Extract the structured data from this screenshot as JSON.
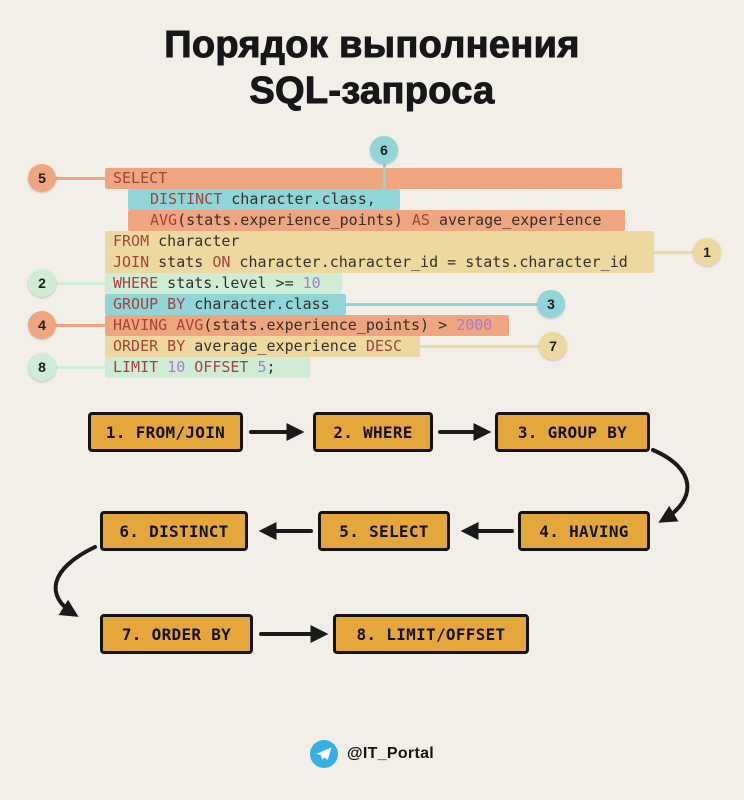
{
  "title": {
    "line1": "Порядок выполнения",
    "line2": "SQL-запроса"
  },
  "colors": {
    "background": "#f2efe8",
    "title": "#17171a",
    "salmon": "#eea580",
    "teal": "#90d5d8",
    "yellow": "#edd9a0",
    "mint": "#cfedd5",
    "keyword": "#a8403c",
    "number": "#a97bc8",
    "plain": "#33302c",
    "badge_text": "#1f1f1f",
    "box_fill": "#e5a63c",
    "box_border": "#141414",
    "arrow": "#1a1a1a",
    "telegram": "#37aee2"
  },
  "code": {
    "lines": [
      {
        "highlight": "salmon",
        "tokens": [
          {
            "t": "SELECT",
            "c": "keyword"
          }
        ]
      },
      {
        "highlight": "teal",
        "tokens": [
          {
            "t": "DISTINCT",
            "c": "keyword"
          },
          {
            "t": " character.class,",
            "c": "plain"
          }
        ]
      },
      {
        "highlight": "salmon",
        "tokens": [
          {
            "t": "AVG",
            "c": "keyword"
          },
          {
            "t": "(stats.experience_points) ",
            "c": "plain"
          },
          {
            "t": "AS",
            "c": "keyword"
          },
          {
            "t": " average_experience",
            "c": "plain"
          }
        ]
      },
      {
        "highlight": "yellow",
        "tokens": [
          {
            "t": "FROM",
            "c": "keyword"
          },
          {
            "t": " character",
            "c": "plain"
          }
        ]
      },
      {
        "highlight": "yellow",
        "tokens": [
          {
            "t": "JOIN",
            "c": "keyword"
          },
          {
            "t": " stats ",
            "c": "plain"
          },
          {
            "t": "ON",
            "c": "keyword"
          },
          {
            "t": " character.character_id = stats.character_id",
            "c": "plain"
          }
        ]
      },
      {
        "highlight": "mint",
        "tokens": [
          {
            "t": "WHERE",
            "c": "keyword"
          },
          {
            "t": " stats.level >= ",
            "c": "plain"
          },
          {
            "t": "10",
            "c": "number"
          }
        ]
      },
      {
        "highlight": "teal",
        "tokens": [
          {
            "t": "GROUP BY",
            "c": "keyword"
          },
          {
            "t": " character.class",
            "c": "plain"
          }
        ]
      },
      {
        "highlight": "salmon",
        "tokens": [
          {
            "t": "HAVING",
            "c": "keyword"
          },
          {
            "t": " ",
            "c": "plain"
          },
          {
            "t": "AVG",
            "c": "keyword"
          },
          {
            "t": "(stats.experience_points) > ",
            "c": "plain"
          },
          {
            "t": "2000",
            "c": "number"
          }
        ]
      },
      {
        "highlight": "yellow",
        "tokens": [
          {
            "t": "ORDER BY",
            "c": "keyword"
          },
          {
            "t": " average_experience ",
            "c": "plain"
          },
          {
            "t": "DESC",
            "c": "keyword"
          }
        ]
      },
      {
        "highlight": "mint",
        "tokens": [
          {
            "t": "LIMIT",
            "c": "keyword"
          },
          {
            "t": " ",
            "c": "plain"
          },
          {
            "t": "10",
            "c": "number"
          },
          {
            "t": " ",
            "c": "plain"
          },
          {
            "t": "OFFSET",
            "c": "keyword"
          },
          {
            "t": " ",
            "c": "plain"
          },
          {
            "t": "5",
            "c": "number"
          },
          {
            "t": ";",
            "c": "plain"
          }
        ]
      }
    ]
  },
  "badges": [
    {
      "label": "5",
      "color": "salmon"
    },
    {
      "label": "6",
      "color": "teal"
    },
    {
      "label": "2",
      "color": "mint"
    },
    {
      "label": "4",
      "color": "salmon"
    },
    {
      "label": "8",
      "color": "mint"
    },
    {
      "label": "1",
      "color": "yellow"
    },
    {
      "label": "3",
      "color": "teal"
    },
    {
      "label": "7",
      "color": "yellow"
    }
  ],
  "flowchart": {
    "boxes": [
      {
        "label": "1. FROM/JOIN"
      },
      {
        "label": "2. WHERE"
      },
      {
        "label": "3. GROUP BY"
      },
      {
        "label": "4. HAVING"
      },
      {
        "label": "5. SELECT"
      },
      {
        "label": "6. DISTINCT"
      },
      {
        "label": "7. ORDER BY"
      },
      {
        "label": "8. LIMIT/OFFSET"
      }
    ]
  },
  "footer": {
    "handle": "@IT_Portal"
  }
}
